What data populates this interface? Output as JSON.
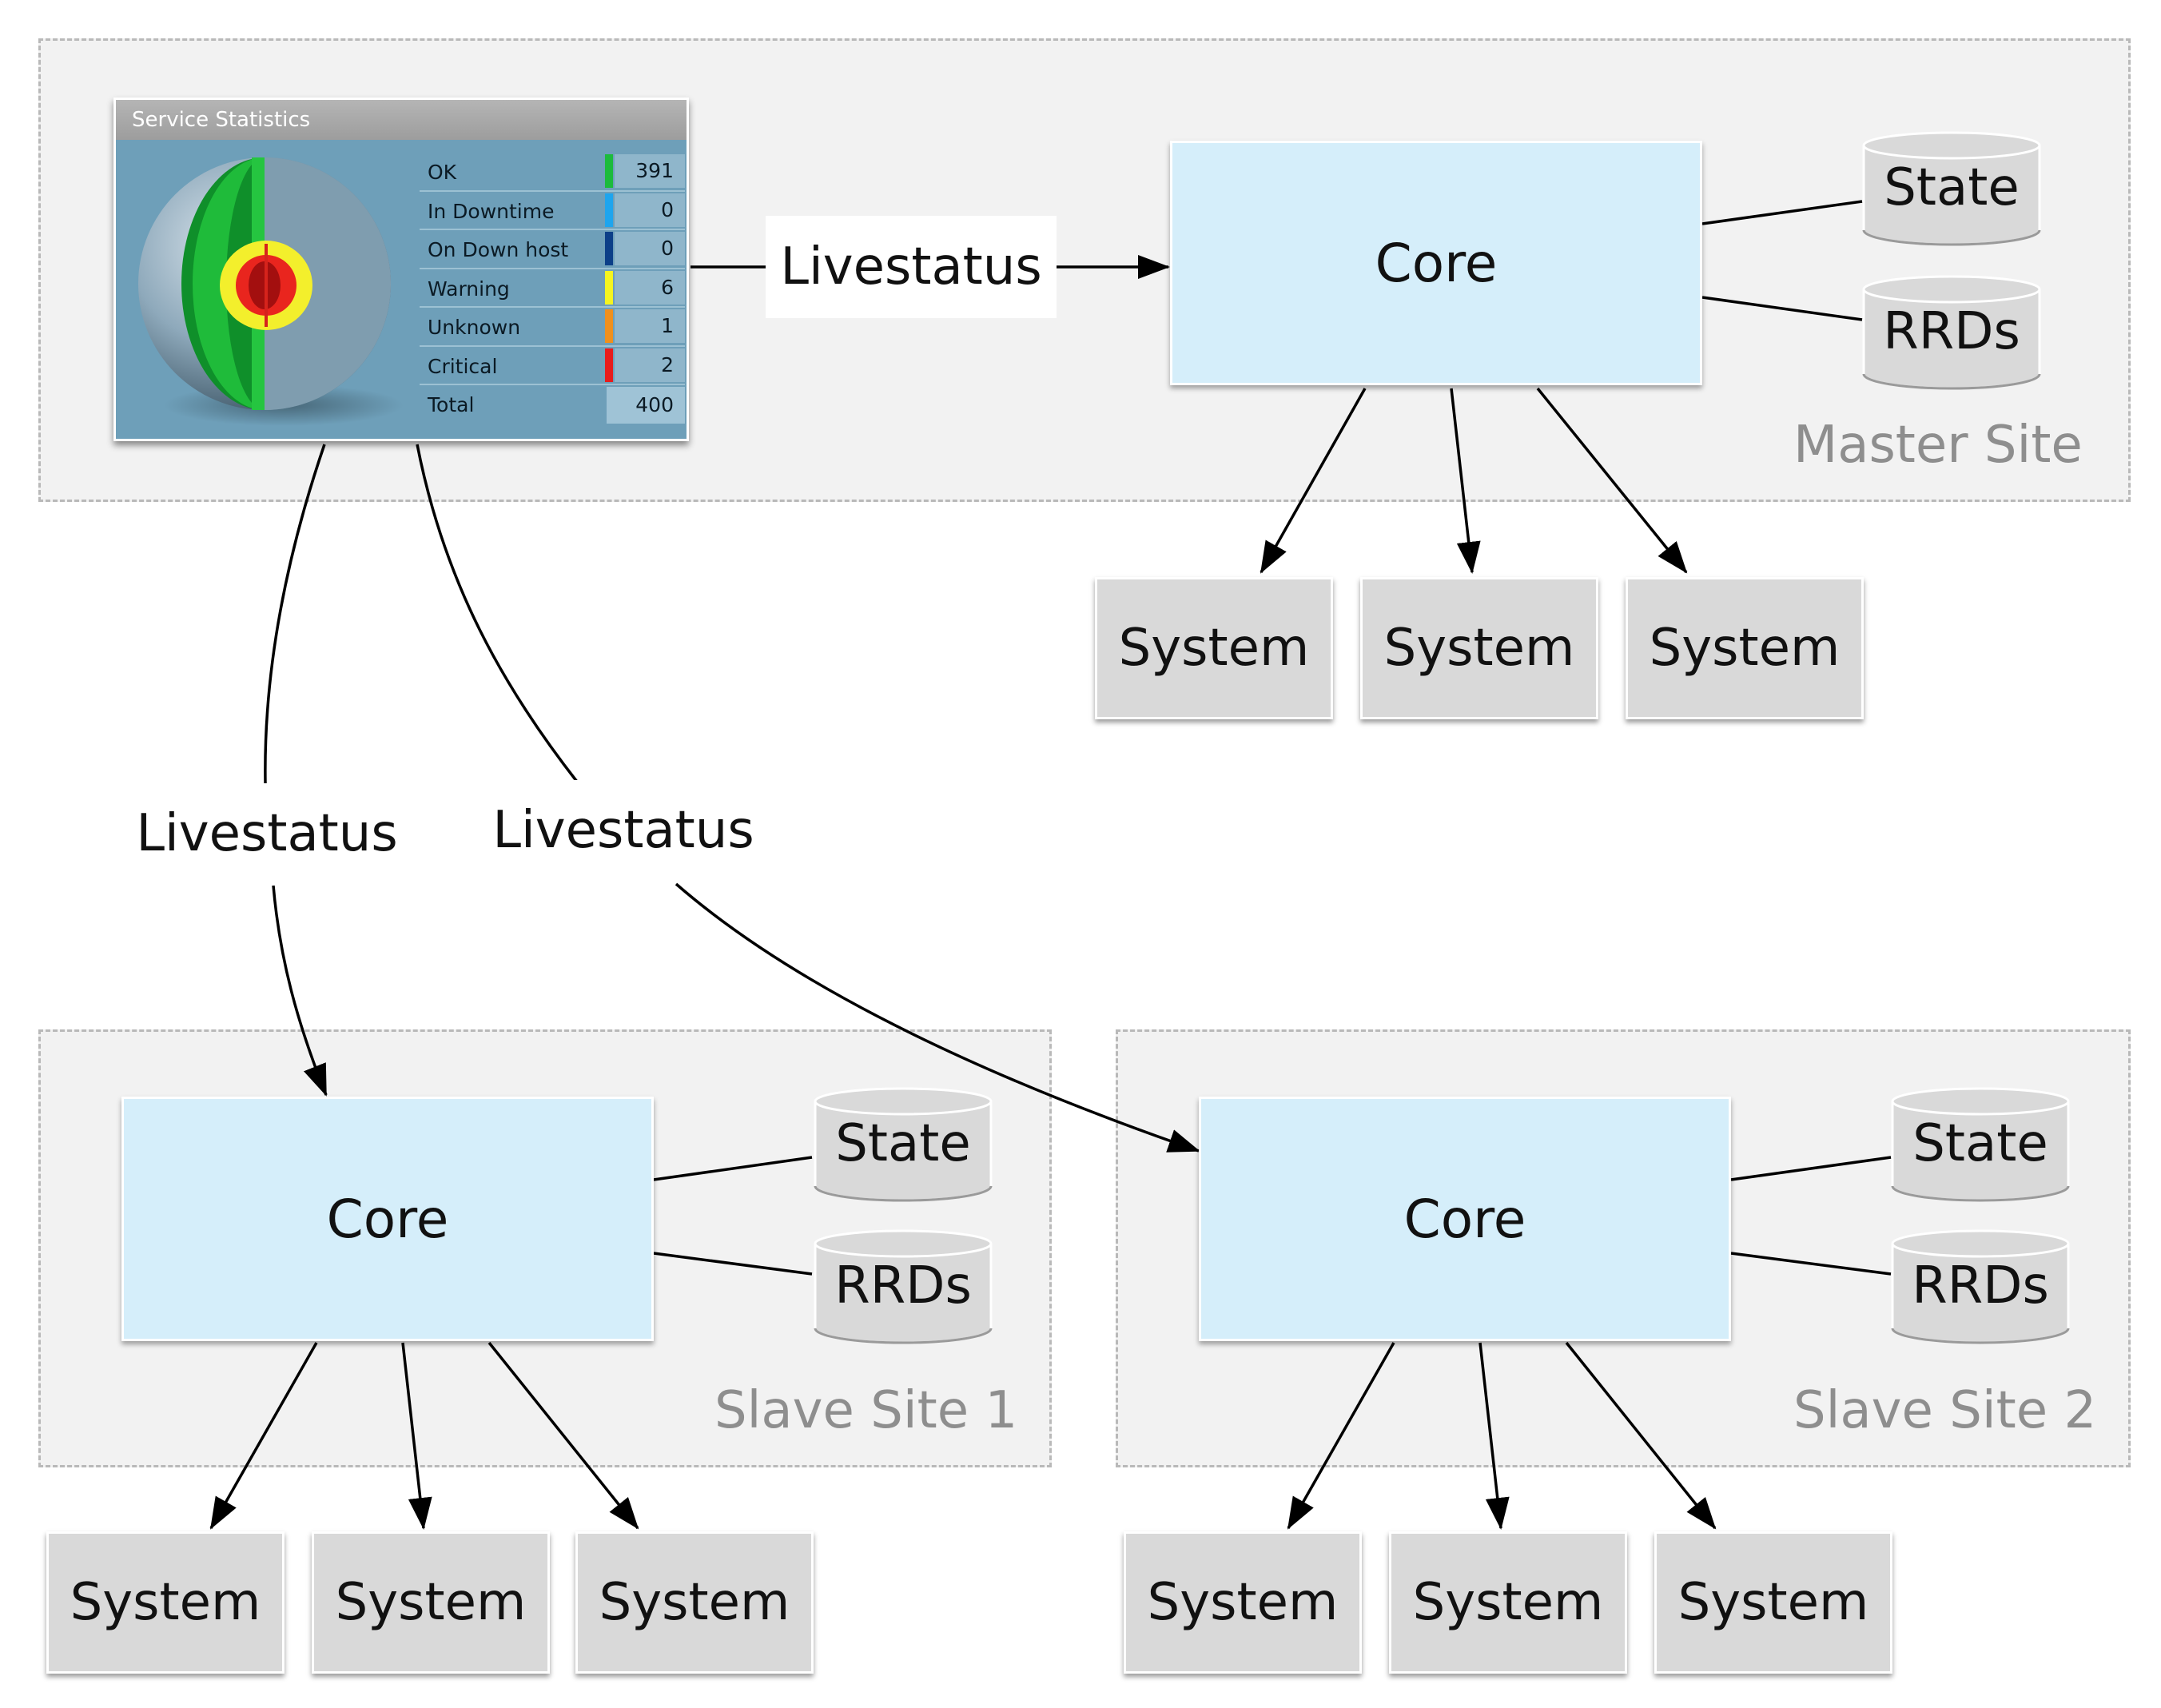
{
  "sites": {
    "master": {
      "label": "Master Site"
    },
    "slave1": {
      "label": "Slave Site 1"
    },
    "slave2": {
      "label": "Slave Site 2"
    }
  },
  "nodes": {
    "core_label": "Core",
    "state_label": "State",
    "rrds_label": "RRDs",
    "system_label": "System"
  },
  "edges": {
    "livestatus_label": "Livestatus"
  },
  "widget": {
    "title": "Service Statistics",
    "rows": [
      {
        "label": "OK",
        "value": "391",
        "color": "#1cbb3c"
      },
      {
        "label": "In Downtime",
        "value": "0",
        "color": "#1ea5ee"
      },
      {
        "label": "On Down host",
        "value": "0",
        "color": "#0c3f88"
      },
      {
        "label": "Warning",
        "value": "6",
        "color": "#f5f51f"
      },
      {
        "label": "Unknown",
        "value": "1",
        "color": "#f0901c"
      },
      {
        "label": "Critical",
        "value": "2",
        "color": "#e81b1b"
      },
      {
        "label": "Total",
        "value": "400",
        "color": ""
      }
    ]
  },
  "colors": {
    "core_fill": "#d5eefa",
    "system_fill": "#d9d9d9",
    "site_fill": "#f2f2f2",
    "site_label": "#8e8e8e"
  }
}
